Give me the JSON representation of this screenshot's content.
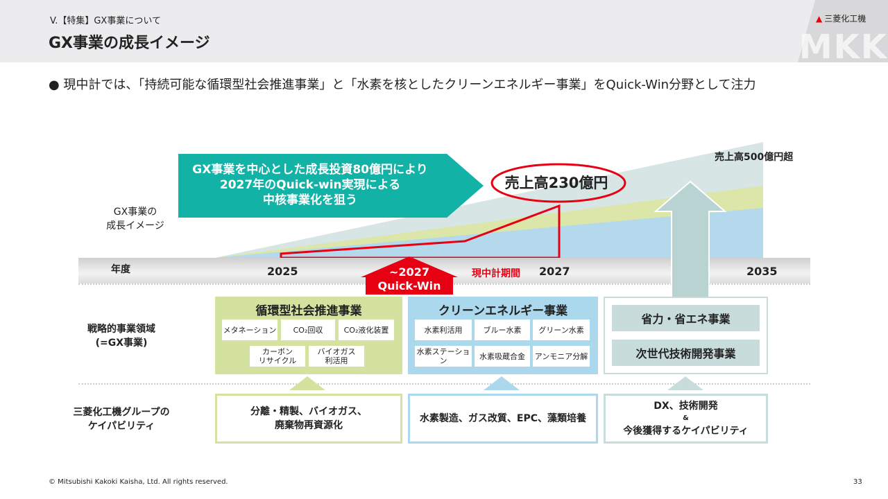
{
  "header": {
    "section": "V.【特集】GX事業について",
    "title": "GX事業の成長イメージ",
    "logo": "三菱化工機",
    "watermark": "MKK"
  },
  "bullet": "● 現中計では、「持続可能な循環型社会推進事業」と「水素を核としたクリーンエネルギー事業」をQuick-Win分野として注力",
  "growth": {
    "label_line1": "GX事業の",
    "label_line2": "成長イメージ",
    "callout": [
      "GX事業を中心とした成長投資80億円により",
      "2027年のQuick-win実現による",
      "中核事業化を狙う"
    ],
    "sales_2027": "売上高230億円",
    "sales_2035": "売上高500億円超"
  },
  "timeline": {
    "label": "年度",
    "years": [
      "2025",
      "2027",
      "2035"
    ],
    "period": "現中計期間",
    "quickwin": [
      "~2027",
      "Quick-Win"
    ]
  },
  "strategy": {
    "label_line1": "戦略的事業領域",
    "label_line2": "(=GX事業)",
    "circular": {
      "title": "循環型社会推進事業",
      "items": [
        "メタネーション",
        "CO₂回収",
        "CO₂液化装置",
        "カーボン\nリサイクル",
        "バイオガス\n利活用"
      ]
    },
    "clean": {
      "title": "クリーンエネルギー事業",
      "items": [
        "水素利活用",
        "ブルー水素",
        "グリーン水素",
        "水素ステーション",
        "水素吸蔵合金",
        "アンモニア分解"
      ]
    },
    "other": [
      "省力・省エネ事業",
      "次世代技術開発事業"
    ]
  },
  "capability": {
    "label_line1": "三菱化工機グループの",
    "label_line2": "ケイパビリティ",
    "circular": [
      "分離・精製、バイオガス、",
      "廃棄物再資源化"
    ],
    "clean": "水素製造、ガス改質、EPC、藻類培養",
    "other": [
      "DX、技術開発",
      "&",
      "今後獲得するケイパビリティ"
    ]
  },
  "colors": {
    "teal": "#12b3a6",
    "red": "#e60012",
    "green": "#d4e29f",
    "blue": "#acd8ee",
    "gray_teal": "#c9dcdc"
  },
  "footer": {
    "copyright": "© Mitsubishi Kakoki Kaisha, Ltd. All rights reserved.",
    "page": "33"
  }
}
